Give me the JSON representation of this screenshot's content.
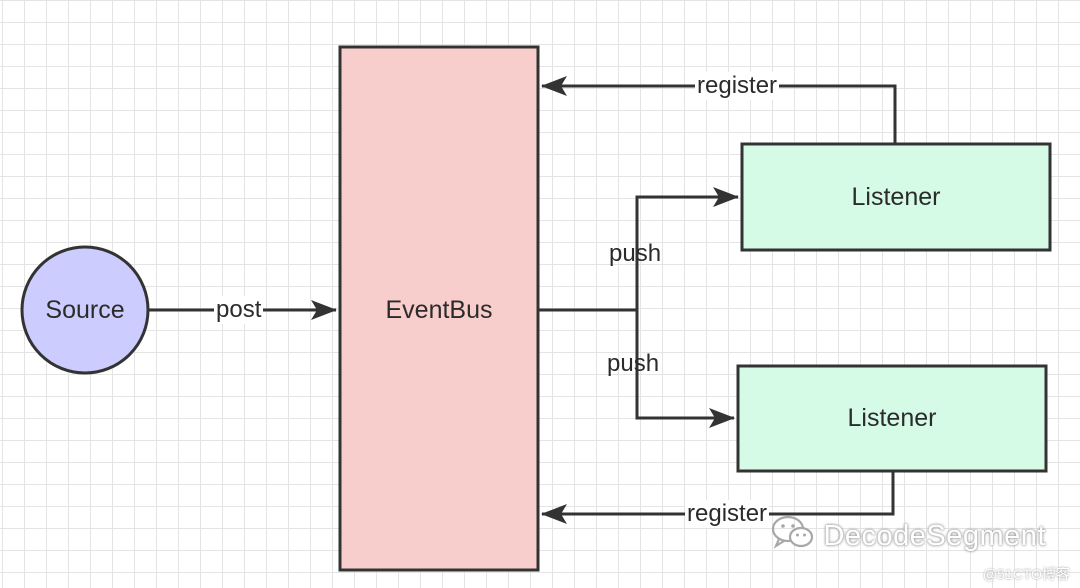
{
  "nodes": {
    "source": {
      "label": "Source",
      "fill": "#ccccff",
      "stroke": "#333333"
    },
    "eventbus": {
      "label": "EventBus",
      "fill": "#f8cecc",
      "stroke": "#333333"
    },
    "listener_top": {
      "label": "Listener",
      "fill": "#d5fbe6",
      "stroke": "#333333"
    },
    "listener_bottom": {
      "label": "Listener",
      "fill": "#d5fbe6",
      "stroke": "#333333"
    }
  },
  "edges": {
    "post": "post",
    "push_top": "push",
    "push_bottom": "push",
    "register_top": "register",
    "register_bottom": "register"
  },
  "watermark": {
    "text": "DecodeSegment",
    "icon": "wechat-icon",
    "source": "@51CTO博客"
  },
  "colors": {
    "line": "#333333",
    "grid": "#e4e4e4",
    "background": "#ffffff"
  }
}
